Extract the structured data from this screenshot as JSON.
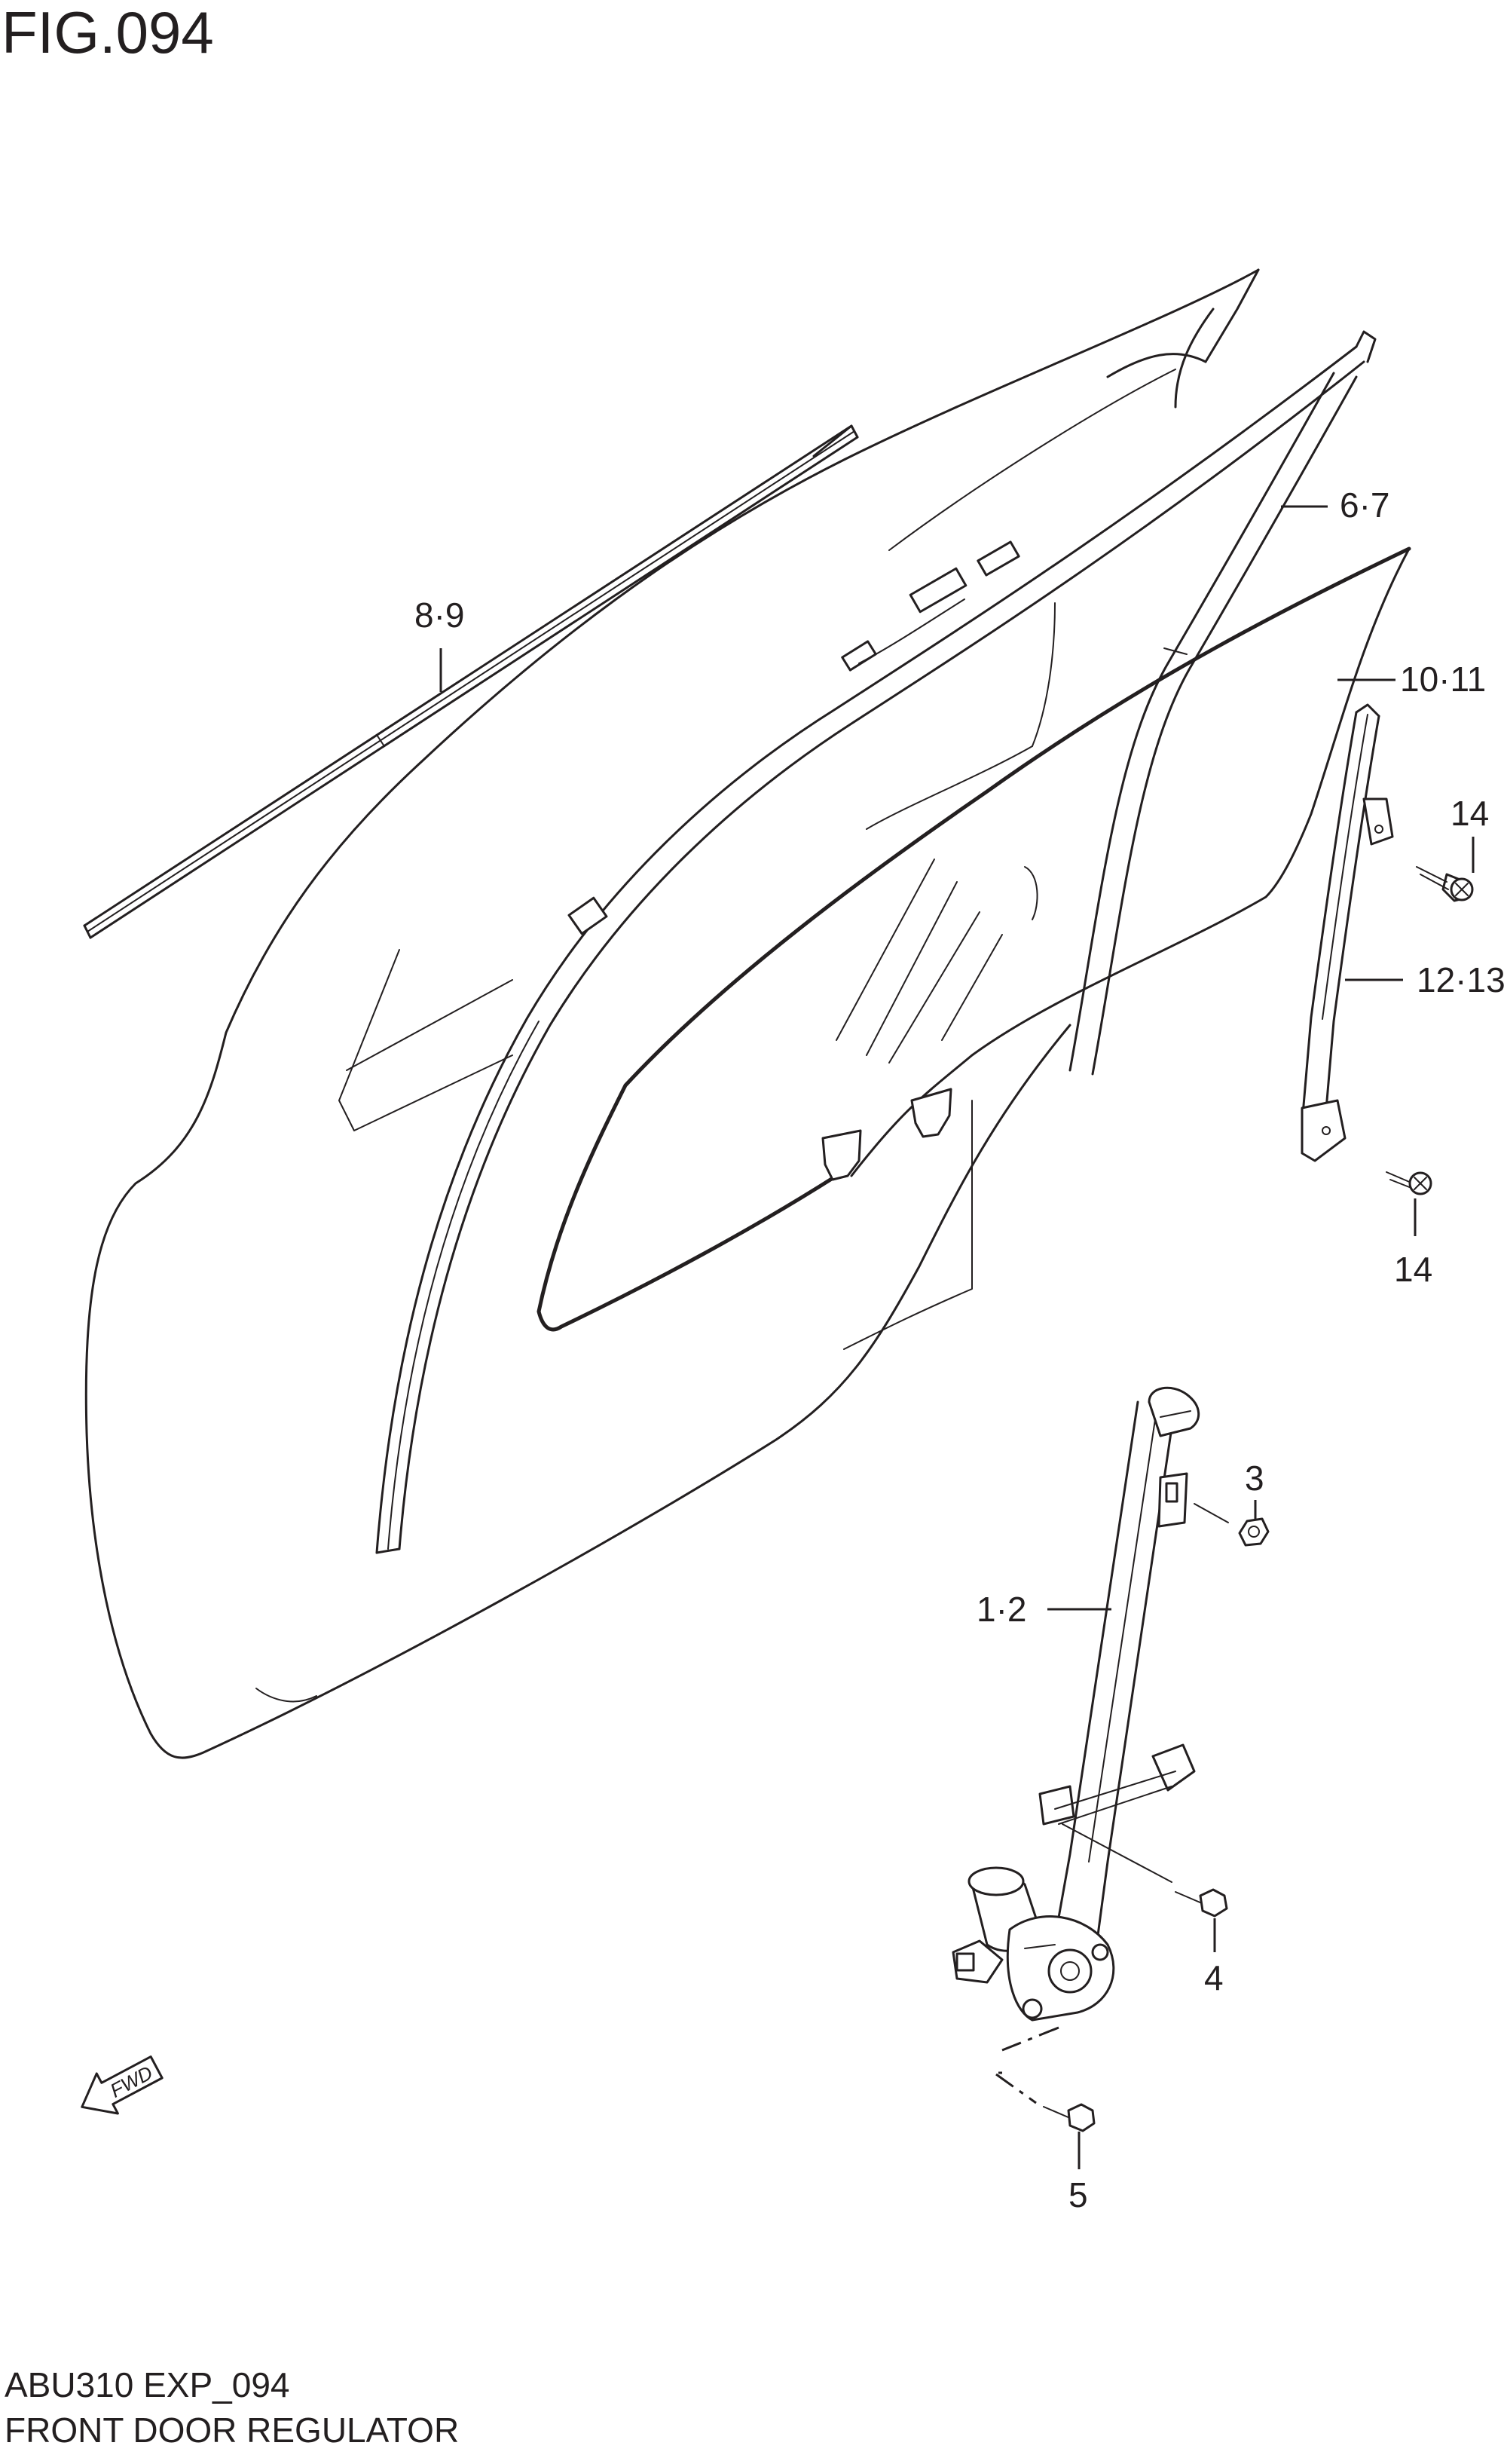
{
  "figure": {
    "title": "FIG.094",
    "model_code": "ABU310 EXP_094",
    "name": "FRONT DOOR REGULATOR"
  },
  "callouts": [
    {
      "id": "label-8-9",
      "text": "8·9"
    },
    {
      "id": "label-6-7",
      "text": "6·7"
    },
    {
      "id": "label-10-11",
      "text": "10·11"
    },
    {
      "id": "label-14-upper",
      "text": "14"
    },
    {
      "id": "label-12-13",
      "text": "12·13"
    },
    {
      "id": "label-14-lower",
      "text": "14"
    },
    {
      "id": "label-3",
      "text": "3"
    },
    {
      "id": "label-1-2",
      "text": "1·2"
    },
    {
      "id": "label-4",
      "text": "4"
    },
    {
      "id": "label-5",
      "text": "5"
    }
  ],
  "direction_indicator": {
    "text": "FWD"
  },
  "colors": {
    "line": "#231f20",
    "background": "#ffffff"
  }
}
